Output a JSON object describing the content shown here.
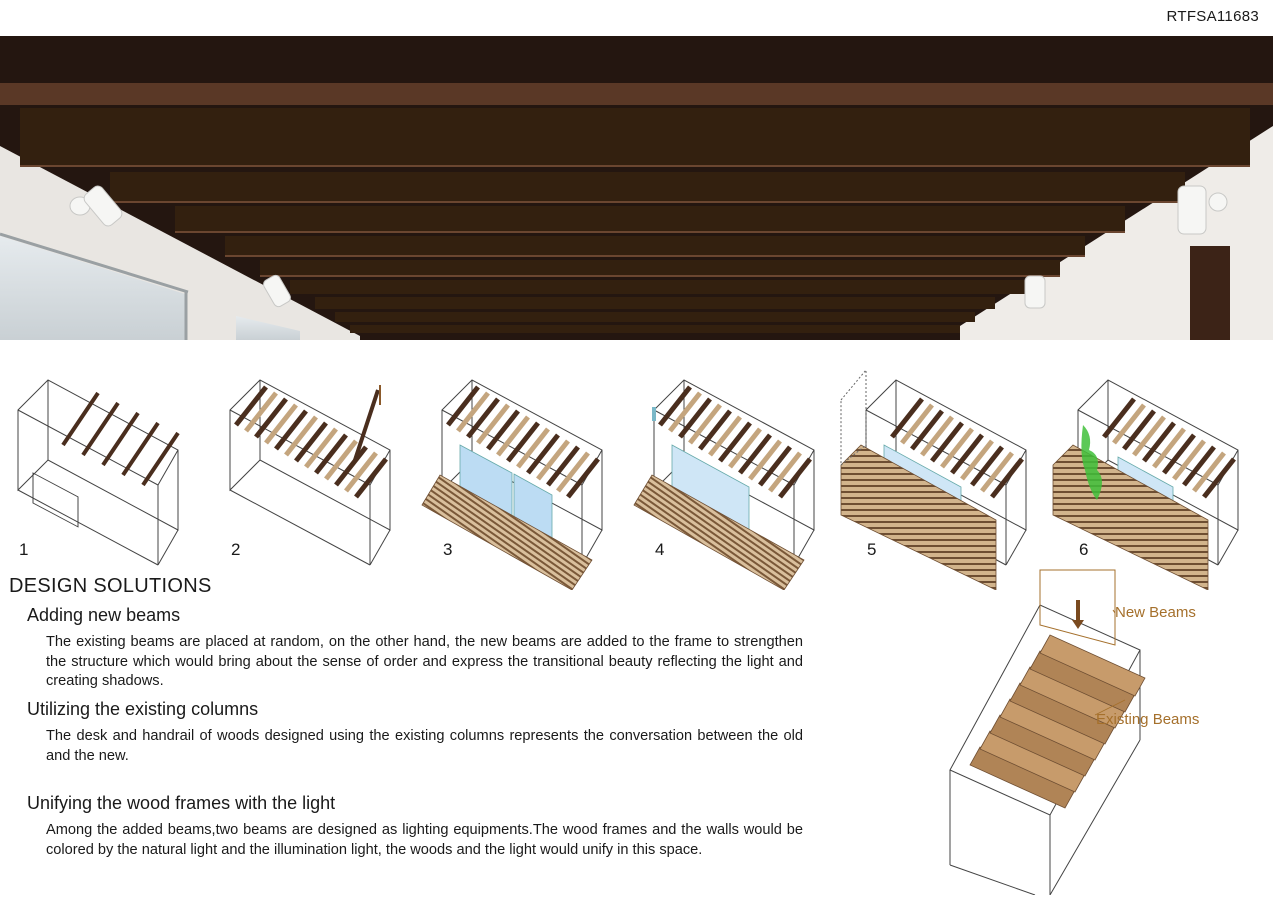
{
  "sheet_code": "RTFSA11683",
  "step_numbers": [
    "1",
    "2",
    "3",
    "4",
    "5",
    "6"
  ],
  "section_title": "DESIGN SOLUTIONS",
  "solutions": [
    {
      "heading": "Adding new beams",
      "body": "The existing beams are placed at random, on the other hand, the new beams are added to the frame to strengthen the structure which would bring about the sense of order and express the transitional beauty reflecting the light and creating shadows."
    },
    {
      "heading": "Utilizing the existing columns",
      "body": "The desk and handrail of woods designed using the existing columns represents the conversation between the old and the new."
    },
    {
      "heading": "Unifying the wood frames with the light",
      "body": "Among the added beams,two beams are designed as lighting equipments.The wood frames and the walls would be colored by the natural light and the illumination light, the woods and the light would unify in this space."
    }
  ],
  "diagram_labels": {
    "new_beams": "New Beams",
    "existing_beams": "Existing Beams"
  },
  "colors": {
    "beam_dark": "#3b2418",
    "beam_light": "#c4a57e",
    "label_brown": "#a5702c",
    "glass_blue": "#cfe6f6",
    "plant_green": "#3fbf3a"
  }
}
